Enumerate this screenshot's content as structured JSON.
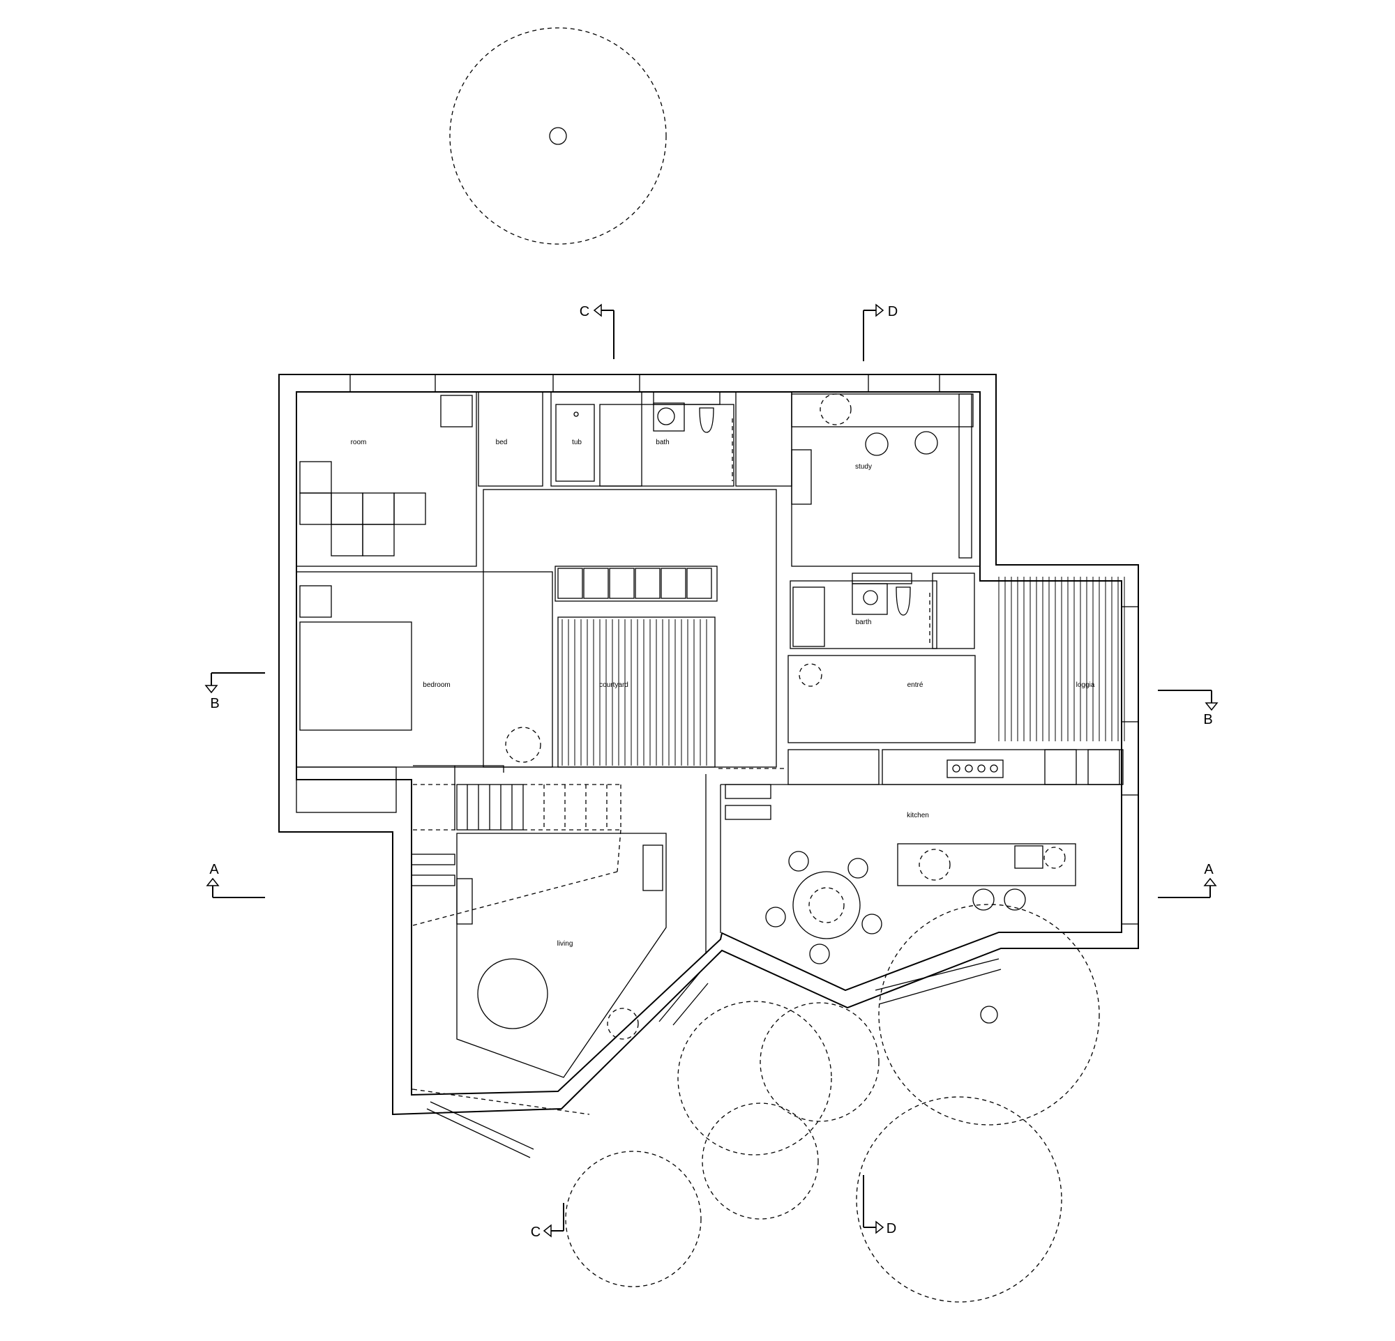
{
  "rooms": {
    "room": "room",
    "bed": "bed",
    "tub": "tub",
    "bath": "bath",
    "study": "study",
    "bedroom": "bedroom",
    "courtyard": "courtyard",
    "barth": "barth",
    "entre": "entré",
    "loggia": "loggia",
    "kitchen": "kitchen",
    "living": "living"
  },
  "section_markers": {
    "a": "A",
    "b": "B",
    "c": "C",
    "d": "D"
  }
}
